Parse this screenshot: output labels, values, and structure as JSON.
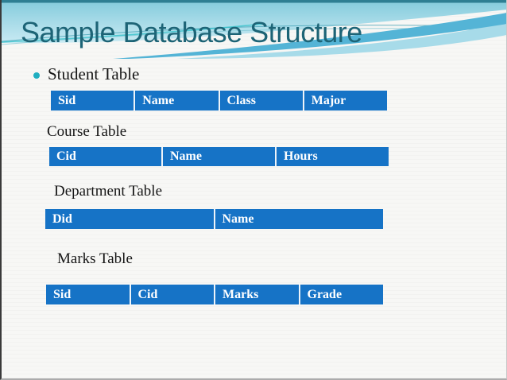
{
  "slide": {
    "title": "Sample Database Structure"
  },
  "theme": {
    "title_color": "#1D6476",
    "table_header_bg": "#1673C6",
    "table_header_text": "#FFFFFF",
    "bullet_color": "#1FAEC0",
    "banner_top_strip": "#2E7F93",
    "banner_blue_medium": "#54B4D6",
    "banner_blue_light": "#A7DBE9",
    "body_bg": "#F7F7F5"
  },
  "tables": [
    {
      "label": "Student Table",
      "columns": [
        "Sid",
        "Name",
        "Class",
        "Major"
      ]
    },
    {
      "label": "Course Table",
      "columns": [
        "Cid",
        "Name",
        "Hours"
      ]
    },
    {
      "label": "Department Table",
      "columns": [
        "Did",
        "Name"
      ]
    },
    {
      "label": "Marks Table",
      "columns": [
        "Sid",
        "Cid",
        "Marks",
        "Grade"
      ]
    }
  ]
}
